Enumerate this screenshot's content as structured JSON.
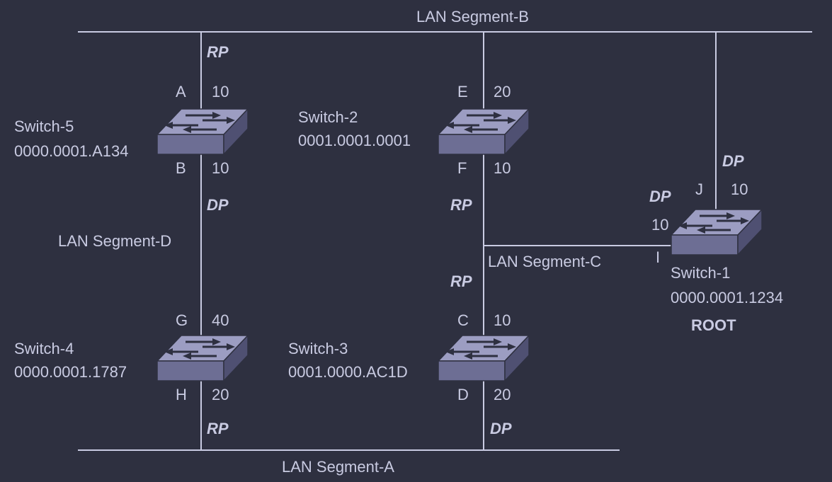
{
  "segments": {
    "a": "LAN Segment-A",
    "b": "LAN Segment-B",
    "c": "LAN Segment-C",
    "d": "LAN Segment-D"
  },
  "switches": {
    "s1": {
      "name": "Switch-1",
      "id": "0000.0001.1234",
      "tag": "ROOT"
    },
    "s2": {
      "name": "Switch-2",
      "id": "0001.0001.0001"
    },
    "s3": {
      "name": "Switch-3",
      "id": "0001.0000.AC1D"
    },
    "s4": {
      "name": "Switch-4",
      "id": "0000.0001.1787"
    },
    "s5": {
      "name": "Switch-5",
      "id": "0000.0001.A134"
    }
  },
  "ports": {
    "A": {
      "letter": "A",
      "cost": "10",
      "role": "RP"
    },
    "B": {
      "letter": "B",
      "cost": "10",
      "role": "DP"
    },
    "C": {
      "letter": "C",
      "cost": "10",
      "role": "RP"
    },
    "D": {
      "letter": "D",
      "cost": "20",
      "role": "DP"
    },
    "E": {
      "letter": "E",
      "cost": "20"
    },
    "F": {
      "letter": "F",
      "cost": "10",
      "role": "RP"
    },
    "G": {
      "letter": "G",
      "cost": "40"
    },
    "H": {
      "letter": "H",
      "cost": "20",
      "role": "RP"
    },
    "I": {
      "letter": "I",
      "cost": "10",
      "role": "DP"
    },
    "J": {
      "letter": "J",
      "cost": "10",
      "role": "DP"
    }
  },
  "colors": {
    "background": "#2e3040",
    "line": "#c9cbe2",
    "switch_front": "#6d6e94",
    "switch_top": "#9c9dc2"
  }
}
